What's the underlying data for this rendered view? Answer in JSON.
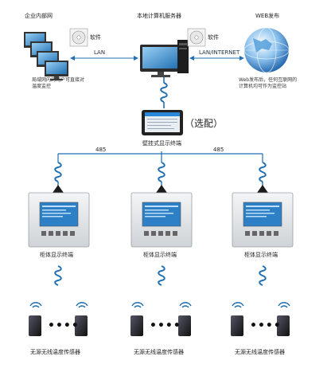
{
  "top": {
    "enterprise_lan": "企业内部网",
    "local_server": "本地计算机服务器",
    "web_publish": "WEB发布",
    "software_left": "软件",
    "software_mid": "软件",
    "link_lan": "LAN",
    "link_lan_internet": "LAN/INTERNET",
    "lan_desc_line1": "局域网内的用户可直接对",
    "lan_desc_line2": "温度监控",
    "web_desc_line1": "Web发布后，任何互联网的",
    "web_desc_line2": "计算机均可作为监控站"
  },
  "middle": {
    "optional": "（选配）",
    "wall_display": "壁挂式显示终端",
    "bus_left": "485",
    "bus_right": "485"
  },
  "cabinets": [
    {
      "label": "柜体显示终端"
    },
    {
      "label": "柜体显示终端"
    },
    {
      "label": "柜体显示终端"
    }
  ],
  "sensors": [
    {
      "label": "无源无线温度传感器",
      "dots": "••••"
    },
    {
      "label": "无源无线温度传感器",
      "dots": "••••"
    },
    {
      "label": "无源无线温度传感器",
      "dots": "••••"
    }
  ],
  "colors": {
    "line": "#1f6fb2",
    "antenna": "#1f6fb2",
    "screen": "#2a88d8",
    "device": "#e8eaec"
  }
}
